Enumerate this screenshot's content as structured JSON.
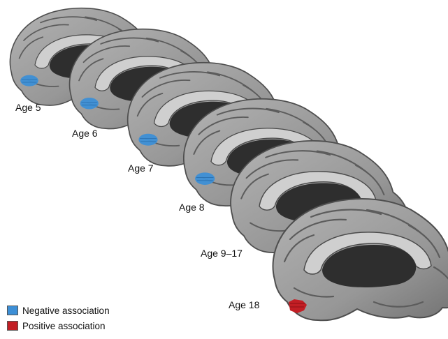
{
  "colors": {
    "negative": "#3d8fd6",
    "positive": "#c21e24",
    "cortex": "#9a9a9a",
    "cortex_dark": "#6c6c6c",
    "ventricle": "#2e2e2e"
  },
  "panels": [
    {
      "label": "Age 5",
      "association": "negative"
    },
    {
      "label": "Age 6",
      "association": "negative"
    },
    {
      "label": "Age 7",
      "association": "negative"
    },
    {
      "label": "Age 8",
      "association": "negative"
    },
    {
      "label": "Age 9–17",
      "association": "none"
    },
    {
      "label": "Age 18",
      "association": "positive"
    }
  ],
  "legend": {
    "negative_label": "Negative association",
    "positive_label": "Positive association"
  }
}
